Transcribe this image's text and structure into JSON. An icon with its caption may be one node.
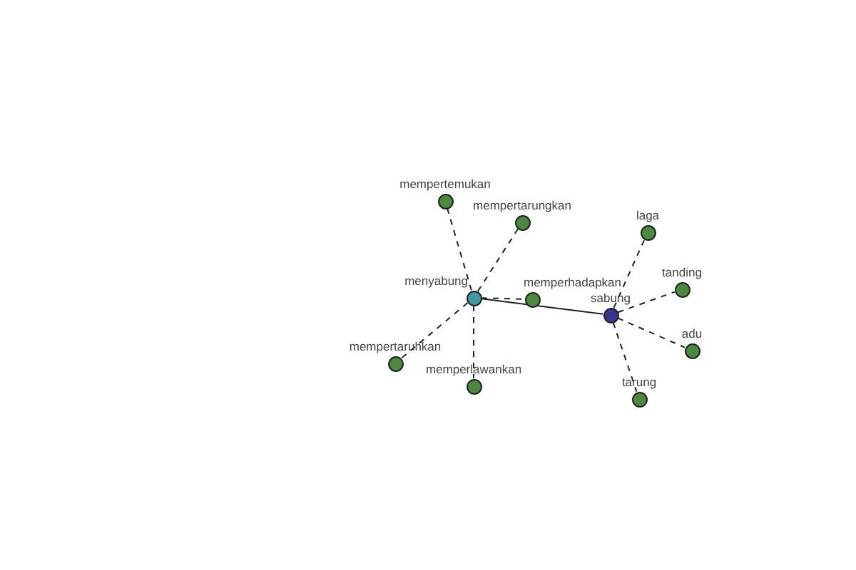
{
  "diagram": {
    "nodes": [
      {
        "text": [
          "mempertemukan"
        ]
      },
      {
        "text": [
          "mempertarungkan"
        ]
      },
      {
        "text": [
          "menyabung"
        ]
      },
      {
        "text": [
          "memperhadapkan"
        ]
      },
      {
        "text": [
          "sabung"
        ]
      },
      {
        "text": [
          "laga"
        ]
      },
      {
        "text": [
          "tanding"
        ]
      },
      {
        "text": [
          "adu"
        ]
      },
      {
        "text": [
          "mempertaruhkan"
        ]
      },
      {
        "text": [
          "memperlawankan"
        ]
      },
      {
        "text": [
          "tarung"
        ]
      }
    ],
    "edges": [
      {
        "from": 2,
        "to": 4,
        "arrow": "none"
      },
      {
        "from": 2,
        "to": 0,
        "arrow": "none",
        "style": "dashed"
      },
      {
        "from": 2,
        "to": 1,
        "arrow": "none",
        "style": "dashed"
      },
      {
        "from": 2,
        "to": 3,
        "arrow": "none",
        "style": "dashed"
      },
      {
        "from": 2,
        "to": 8,
        "arrow": "none",
        "style": "dashed"
      },
      {
        "from": 2,
        "to": 9,
        "arrow": "none",
        "style": "dashed"
      },
      {
        "from": 4,
        "to": 5,
        "arrow": "none",
        "style": "dashed"
      },
      {
        "from": 4,
        "to": 6,
        "arrow": "none",
        "style": "dashed"
      },
      {
        "from": 4,
        "to": 7,
        "arrow": "none",
        "style": "dashed"
      },
      {
        "from": 4,
        "to": 10,
        "arrow": "none",
        "style": "dashed"
      }
    ]
  }
}
